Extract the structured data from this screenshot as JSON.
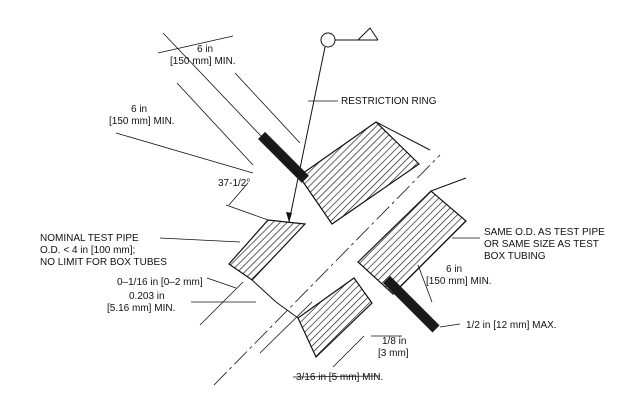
{
  "labels": {
    "dim_6in_top": [
      "6 in",
      "[150 mm] MIN."
    ],
    "dim_6in_left": [
      "6 in",
      "[150 mm] MIN."
    ],
    "restriction_ring": "RESTRICTION RING",
    "angle": "37-1/2°",
    "nominal_test_pipe": [
      "NOMINAL TEST PIPE",
      "O.D. < 4 in [100 mm];",
      "NO LIMIT FOR BOX TUBES"
    ],
    "same_od": [
      "SAME O.D. AS TEST PIPE",
      "OR SAME SIZE AS TEST",
      "BOX TUBING"
    ],
    "dim_gap": "0–1/16 in [0–2 mm]",
    "dim_0203": [
      "0.203 in",
      "[5.16 mm] MIN."
    ],
    "dim_6in_right": [
      "6 in",
      "[150 mm] MIN."
    ],
    "dim_18in": [
      "1/8 in",
      "[3 mm]"
    ],
    "dim_12in": "1/2 in [12 mm] MAX.",
    "dim_316in": "3/16 in [5 mm] MIN."
  },
  "colors": {
    "line": "#111111",
    "ring": "#1a1a1a",
    "background": "#ffffff"
  }
}
